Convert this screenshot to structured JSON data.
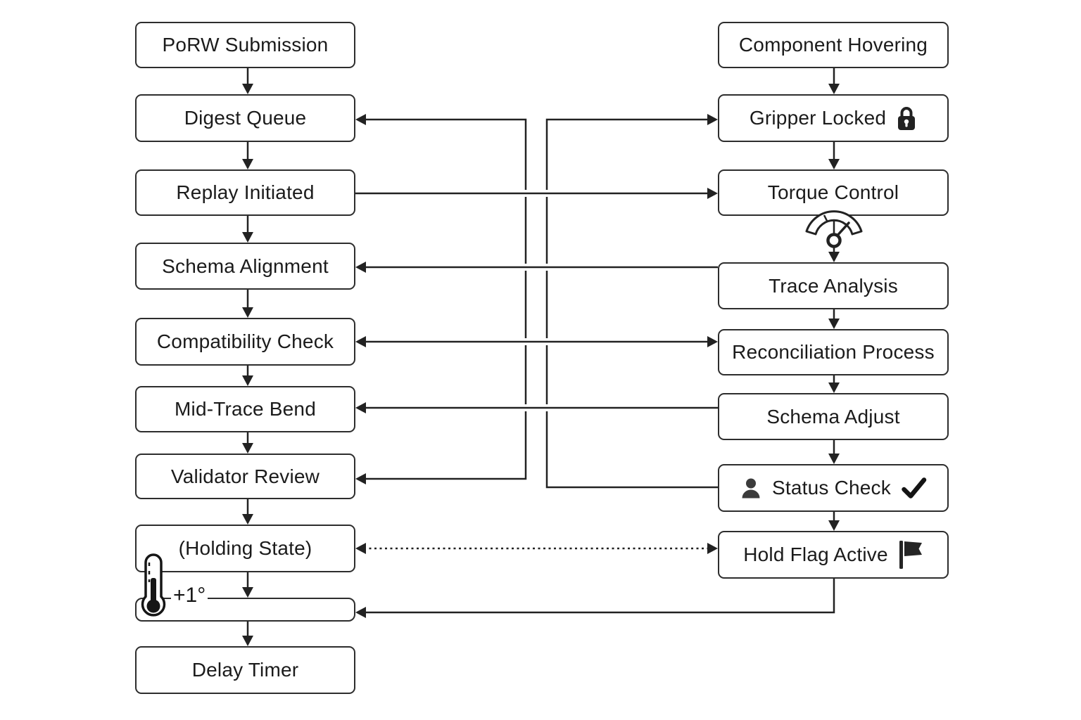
{
  "colors": {
    "background": "#ffffff",
    "stroke": "#222222",
    "box_border": "#2d2d2d",
    "text": "#1b1b1b"
  },
  "nodes": {
    "left": [
      {
        "label": "PoRW Submission"
      },
      {
        "label": "Digest Queue"
      },
      {
        "label": "Replay Initiated"
      },
      {
        "label": "Schema Alignment"
      },
      {
        "label": "Compatibility Check"
      },
      {
        "label": "Mid-Trace Bend"
      },
      {
        "label": "Validator Review"
      },
      {
        "label": "(Holding State)"
      },
      {
        "label": ""
      },
      {
        "label": "Delay Timer"
      }
    ],
    "right": [
      {
        "label": "Component Hovering"
      },
      {
        "label": "Gripper Locked",
        "icon": "lock-icon"
      },
      {
        "label": "Torque Control",
        "icon": "gauge-icon"
      },
      {
        "label": "Trace Analysis"
      },
      {
        "label": "Reconciliation Process"
      },
      {
        "label": "Schema Adjust"
      },
      {
        "label": "Status Check",
        "icon_left": "person-icon",
        "icon_right": "check-icon"
      },
      {
        "label": "Hold Flag Active",
        "icon": "flag-icon"
      }
    ]
  },
  "annotations": {
    "temp_increment": "+1°",
    "temp_icon": "thermometer-icon"
  },
  "edges": [
    {
      "from": "PoRW Submission",
      "to": "Digest Queue",
      "style": "solid"
    },
    {
      "from": "Digest Queue",
      "to": "Replay Initiated",
      "style": "solid"
    },
    {
      "from": "Replay Initiated",
      "to": "Schema Alignment",
      "style": "solid"
    },
    {
      "from": "Schema Alignment",
      "to": "Compatibility Check",
      "style": "solid"
    },
    {
      "from": "Compatibility Check",
      "to": "Mid-Trace Bend",
      "style": "solid"
    },
    {
      "from": "Mid-Trace Bend",
      "to": "Validator Review",
      "style": "solid"
    },
    {
      "from": "Validator Review",
      "to": "(Holding State)",
      "style": "solid"
    },
    {
      "from": "(Holding State)",
      "to": "increment-box",
      "style": "solid",
      "label": "+1°"
    },
    {
      "from": "increment-box",
      "to": "Delay Timer",
      "style": "solid"
    },
    {
      "from": "Component Hovering",
      "to": "Gripper Locked",
      "style": "solid"
    },
    {
      "from": "Gripper Locked",
      "to": "Torque Control",
      "style": "solid"
    },
    {
      "from": "Torque Control",
      "to": "Trace Analysis",
      "style": "solid"
    },
    {
      "from": "Trace Analysis",
      "to": "Reconciliation Process",
      "style": "solid"
    },
    {
      "from": "Reconciliation Process",
      "to": "Schema Adjust",
      "style": "solid"
    },
    {
      "from": "Schema Adjust",
      "to": "Status Check",
      "style": "solid"
    },
    {
      "from": "Status Check",
      "to": "Hold Flag Active",
      "style": "solid"
    },
    {
      "from": "Replay Initiated",
      "to": "Torque Control",
      "style": "solid"
    },
    {
      "from": "Trace Analysis",
      "to": "Schema Alignment",
      "style": "solid"
    },
    {
      "from": "Compatibility Check",
      "to": "Reconciliation Process",
      "style": "solid",
      "bidirectional": true
    },
    {
      "from": "Schema Adjust",
      "to": "Mid-Trace Bend",
      "style": "solid"
    },
    {
      "from": "Validator Review",
      "to": "Digest Queue",
      "style": "solid",
      "bidirectional": true
    },
    {
      "from": "Status Check",
      "to": "Gripper Locked",
      "style": "solid"
    },
    {
      "from": "(Holding State)",
      "to": "Hold Flag Active",
      "style": "dashed",
      "bidirectional": true
    },
    {
      "from": "Hold Flag Active",
      "to": "increment-box",
      "style": "solid"
    }
  ]
}
